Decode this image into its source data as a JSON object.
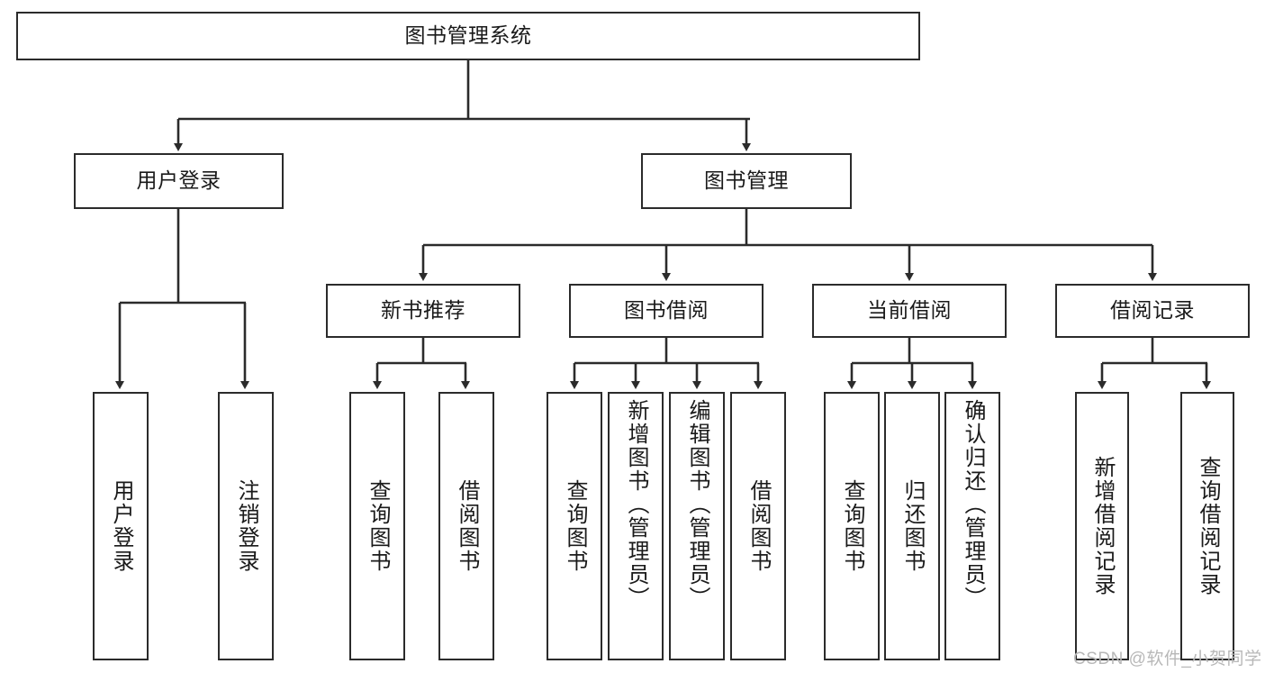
{
  "diagram": {
    "title": "图书管理系统",
    "type": "hierarchy-tree",
    "root": {
      "id": "root",
      "label": "图书管理系统"
    },
    "level2": [
      {
        "id": "user-login",
        "label": "用户登录"
      },
      {
        "id": "book-manage",
        "label": "图书管理"
      }
    ],
    "level3": [
      {
        "id": "new-book-recommend",
        "label": "新书推荐"
      },
      {
        "id": "book-borrow",
        "label": "图书借阅"
      },
      {
        "id": "current-borrow",
        "label": "当前借阅"
      },
      {
        "id": "borrow-record",
        "label": "借阅记录"
      }
    ],
    "leaves": [
      {
        "id": "leaf-user-login",
        "label": "用户登录",
        "parent": "user-login"
      },
      {
        "id": "leaf-user-logout",
        "label": "注销登录",
        "parent": "user-login"
      },
      {
        "id": "leaf-query-book-1",
        "label": "查询图书",
        "parent": "new-book-recommend"
      },
      {
        "id": "leaf-borrow-book-1",
        "label": "借阅图书",
        "parent": "new-book-recommend"
      },
      {
        "id": "leaf-query-book-2",
        "label": "查询图书",
        "parent": "book-borrow"
      },
      {
        "id": "leaf-add-book",
        "label": "新增图书（管理员）",
        "parent": "book-borrow"
      },
      {
        "id": "leaf-edit-book",
        "label": "编辑图书（管理员）",
        "parent": "book-borrow"
      },
      {
        "id": "leaf-borrow-book-2",
        "label": "借阅图书",
        "parent": "book-borrow"
      },
      {
        "id": "leaf-query-book-3",
        "label": "查询图书",
        "parent": "current-borrow"
      },
      {
        "id": "leaf-return-book",
        "label": "归还图书",
        "parent": "current-borrow"
      },
      {
        "id": "leaf-confirm-return",
        "label": "确认归还（管理员）",
        "parent": "current-borrow"
      },
      {
        "id": "leaf-add-record",
        "label": "新增借阅记录",
        "parent": "borrow-record"
      },
      {
        "id": "leaf-query-record",
        "label": "查询借阅记录",
        "parent": "borrow-record"
      }
    ],
    "colors": {
      "stroke": "#2b2b2b",
      "fill": "#ffffff",
      "text": "#1a1a1a",
      "watermark": "#b8b8b8"
    }
  },
  "watermark": {
    "text": "CSDN @软件_小贺同学"
  }
}
